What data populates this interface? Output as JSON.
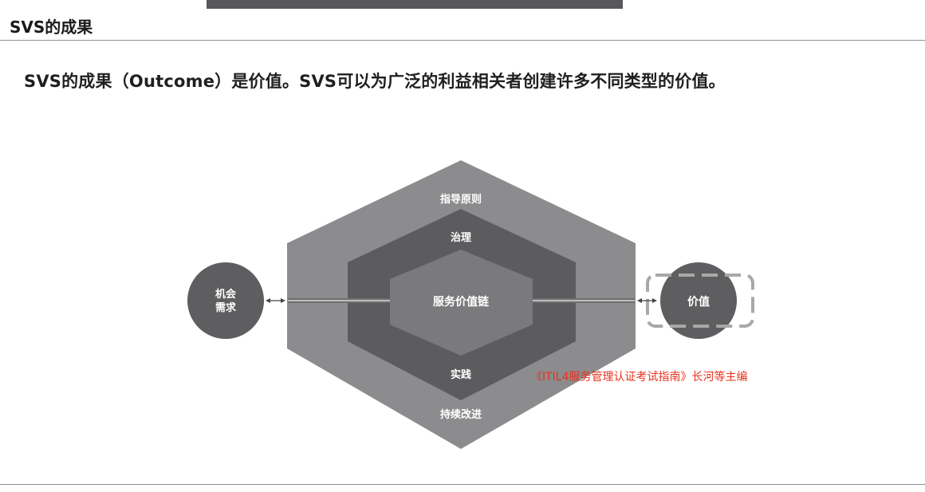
{
  "slide": {
    "title": "SVS的成果",
    "headline": "SVS的成果（Outcome）是价值。SVS可以为广泛的利益相关者创建许多不同类型的价值。"
  },
  "diagram": {
    "outer_top_label": "指导原则",
    "outer_bottom_label": "持续改进",
    "middle_top_label": "治理",
    "middle_bottom_label": "实践",
    "center_label": "服务价值链",
    "left_circle_line1": "机会",
    "left_circle_line2": "需求",
    "right_circle_label": "价值",
    "colors": {
      "outer_hexagon": "#8c8c8e",
      "middle_hexagon": "#5c5c5e",
      "inner_hexagon": "#7a7a7c",
      "circles": "#5e5e60",
      "highlight_dash": "#a8a8a8"
    }
  },
  "citation": "《ITIL4服务管理认证考试指南》长河等主编",
  "icons": {
    "left_arrow": "double-arrow-icon",
    "right_arrow": "double-arrow-icon"
  }
}
